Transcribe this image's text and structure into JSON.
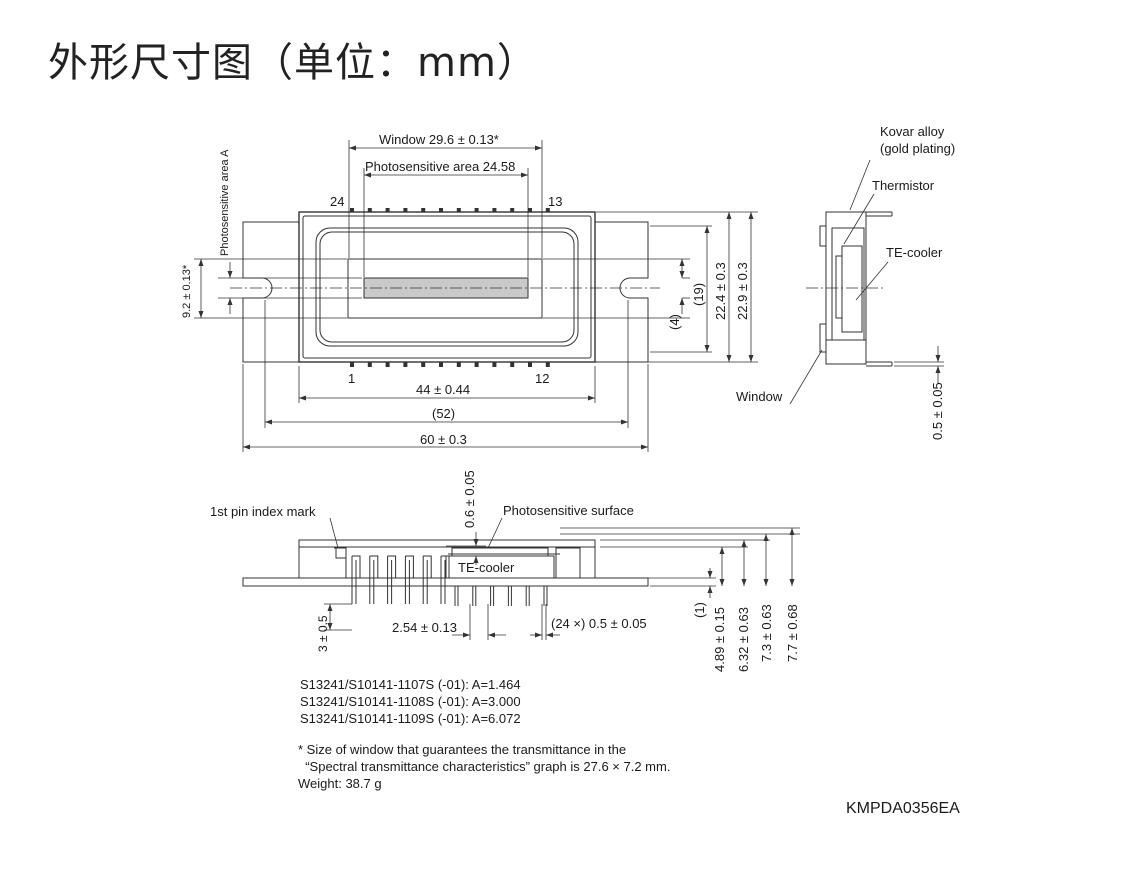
{
  "title": "外形尺寸图（单位：mm）",
  "top_view": {
    "window_dim": "Window 29.6 ± 0.13*",
    "photosensitive_area": "Photosensitive area 24.58",
    "photosensitive_area_a": "Photosensitive area A",
    "pin_24": "24",
    "pin_13": "13",
    "pin_1": "1",
    "pin_12": "12",
    "dim_9_2": "9.2 ± 0.13*",
    "dim_19": "(19)",
    "dim_4": "(4)",
    "dim_22_4": "22.4 ± 0.3",
    "dim_22_9": "22.9 ± 0.3",
    "dim_44": "44 ± 0.44",
    "dim_52": "(52)",
    "dim_60": "60 ± 0.3"
  },
  "side_view": {
    "kovar_line1": "Kovar alloy",
    "kovar_line2": "(gold plating)",
    "thermistor": "Thermistor",
    "te_cooler": "TE-cooler",
    "window": "Window",
    "dim_0_5": "0.5 ± 0.05"
  },
  "front_view": {
    "pin_index": "1st pin index mark",
    "photosensitive_surface": "Photosensitive surface",
    "te_cooler": "TE-cooler",
    "dim_0_6": "0.6 ± 0.05",
    "dim_3": "3 ± 0.5",
    "dim_2_54": "2.54 ± 0.13",
    "dim_24x": "(24 ×) 0.5 ± 0.05",
    "dim_1": "(1)",
    "dim_4_89": "4.89 ± 0.15",
    "dim_6_32": "6.32 ± 0.63",
    "dim_7_3": "7.3 ± 0.63",
    "dim_7_7": "7.7 ± 0.68"
  },
  "models": [
    "S13241/S10141-1107S (-01): A=1.464",
    "S13241/S10141-1108S (-01): A=3.000",
    "S13241/S10141-1109S (-01): A=6.072"
  ],
  "footnote_line1": "* Size of window that guarantees the transmittance in the",
  "footnote_line2": "  “Spectral transmittance characteristics” graph is 27.6 × 7.2 mm.",
  "weight": "Weight: 38.7 g",
  "drawing_code": "KMPDA0356EA"
}
